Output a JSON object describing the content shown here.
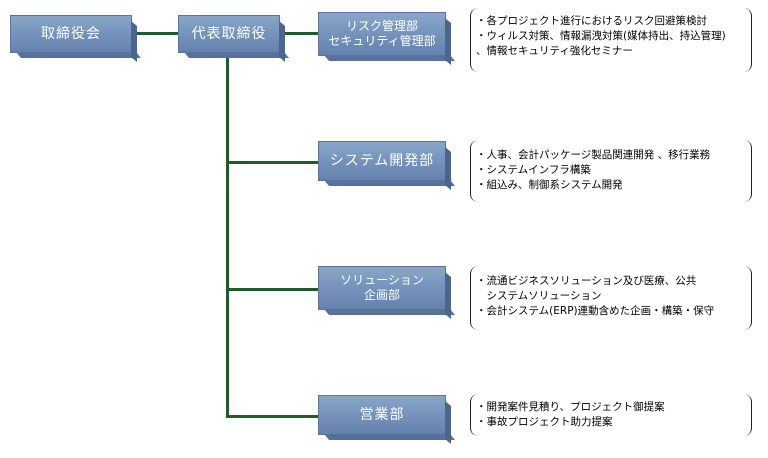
{
  "nodes": {
    "board": {
      "l1": "取締役会"
    },
    "ceo": {
      "l1": "代表取締役"
    },
    "risk": {
      "l1": "リスク管理部",
      "l2": "セキュリティ管理部"
    },
    "system": {
      "l1": "システム開発部"
    },
    "solution": {
      "l1": "ソリューション",
      "l2": "企画部"
    },
    "sales": {
      "l1": "営業部"
    }
  },
  "notes": {
    "risk": [
      "・各プロジェクト進行におけるリスク回避策検討",
      "・ウィルス対策、情報漏洩対策(媒体持出、持込管理)",
      "、情報セキュリティ強化セミナー"
    ],
    "system": [
      "・人事、会計パッケージ製品関連開発 、移行業務",
      "・システムインフラ構築",
      "・組込み、制御系システム開発"
    ],
    "solution": [
      "・流通ビジネスソリューション及び医療、公共",
      "　システムソリューション",
      "・会計システム(ERP)連動含めた企画・構築・保守"
    ],
    "sales": [
      "・開発案件見積り、プロジェクト御提案",
      "・事故プロジェクト助力提案"
    ]
  },
  "colors": {
    "box": "#7391ba",
    "connector": "#1e5c2a"
  }
}
